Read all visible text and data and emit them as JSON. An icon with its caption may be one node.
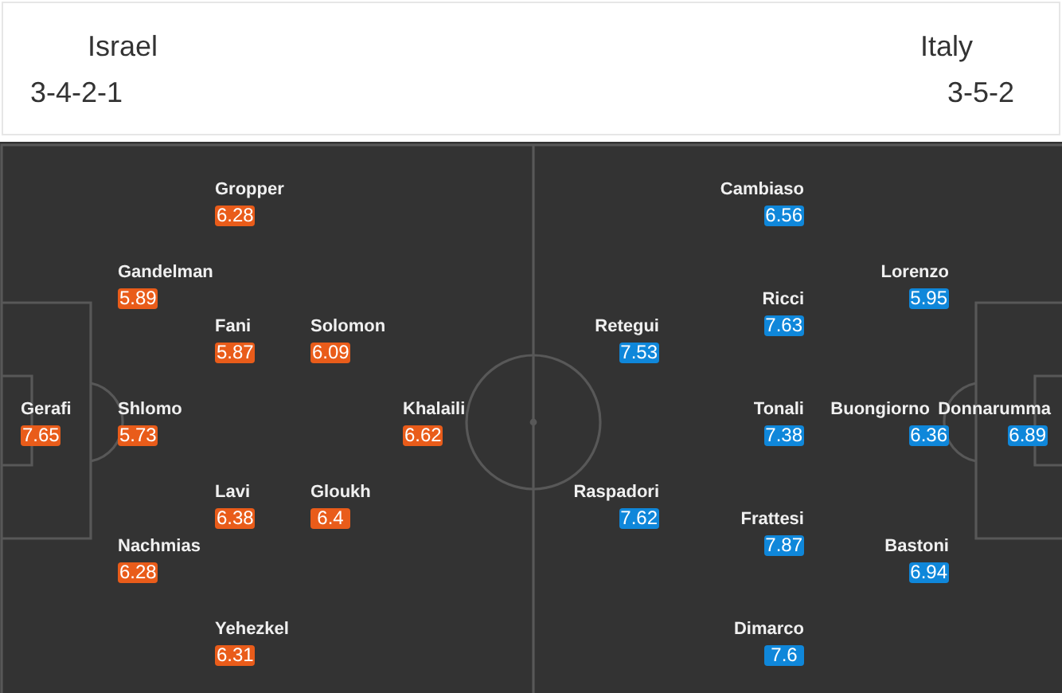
{
  "diagram": {
    "nodes": [
      {
        "text": [
          "Gropper",
          "6.28"
        ]
      },
      {
        "text": [
          "Gandelman",
          "5.89"
        ]
      },
      {
        "text": [
          "Fani",
          "5.87"
        ]
      },
      {
        "text": [
          "Solomon",
          "6.09"
        ]
      },
      {
        "text": [
          "Gerafi",
          "7.65"
        ]
      },
      {
        "text": [
          "Shlomo",
          "5.73"
        ]
      },
      {
        "text": [
          "Khalaili",
          "6.62"
        ]
      },
      {
        "text": [
          "Lavi",
          "6.38"
        ]
      },
      {
        "text": [
          "Gloukh",
          "6.4"
        ]
      },
      {
        "text": [
          "Nachmias",
          "6.28"
        ]
      },
      {
        "text": [
          "Yehezkel",
          "6.31"
        ]
      },
      {
        "text": [
          "Cambiaso",
          "6.56"
        ]
      },
      {
        "text": [
          "Lorenzo",
          "5.95"
        ]
      },
      {
        "text": [
          "Ricci",
          "7.63"
        ]
      },
      {
        "text": [
          "Retegui",
          "7.53"
        ]
      },
      {
        "text": [
          "Tonali",
          "7.38"
        ]
      },
      {
        "text": [
          "Buongiorno",
          "6.36"
        ]
      },
      {
        "text": [
          "Donnarumma",
          "6.89"
        ]
      },
      {
        "text": [
          "Raspadori",
          "7.62"
        ]
      },
      {
        "text": [
          "Frattesi",
          "7.87"
        ]
      },
      {
        "text": [
          "Bastoni",
          "6.94"
        ]
      },
      {
        "text": [
          "Dimarco",
          "7.6"
        ]
      }
    ],
    "labels": [
      "Israel",
      "3-4-2-1",
      "Italy",
      "3-5-2"
    ]
  }
}
